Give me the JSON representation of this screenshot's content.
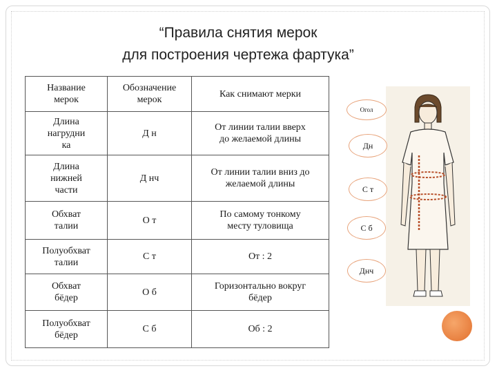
{
  "title": {
    "line1": "“Правила снятия мерок",
    "line2": "для построения чертежа фартука”"
  },
  "table": {
    "headers": [
      "Название\nмерок",
      "Обозначение\nмерок",
      "Как снимают мерки"
    ],
    "rows": [
      [
        "Длина\nнагрудни\nка",
        "Д н",
        "От линии талии вверх\nдо желаемой длины"
      ],
      [
        "Длина\nнижней\nчасти",
        "Д нч",
        "От линии талии вниз до\nжелаемой длины"
      ],
      [
        "Обхват\nталии",
        "О т",
        "По самому тонкому\nместу туловища"
      ],
      [
        "Полуобхват\nталии",
        "С т",
        "От : 2"
      ],
      [
        "Обхват\nбёдер",
        "О б",
        "Горизонтально вокруг\nбёдер"
      ],
      [
        "Полуобхват\nбёдер",
        "С б",
        "Об : 2"
      ]
    ]
  },
  "labels": {
    "ogol": "Огол",
    "dn": "Дн",
    "st": "С т",
    "sb": "С б",
    "dnch": "Днч"
  },
  "colors": {
    "bubble_border": "#e8a47c",
    "accent_circle": "#e2702e",
    "figure_background": "#f6f1e7"
  }
}
